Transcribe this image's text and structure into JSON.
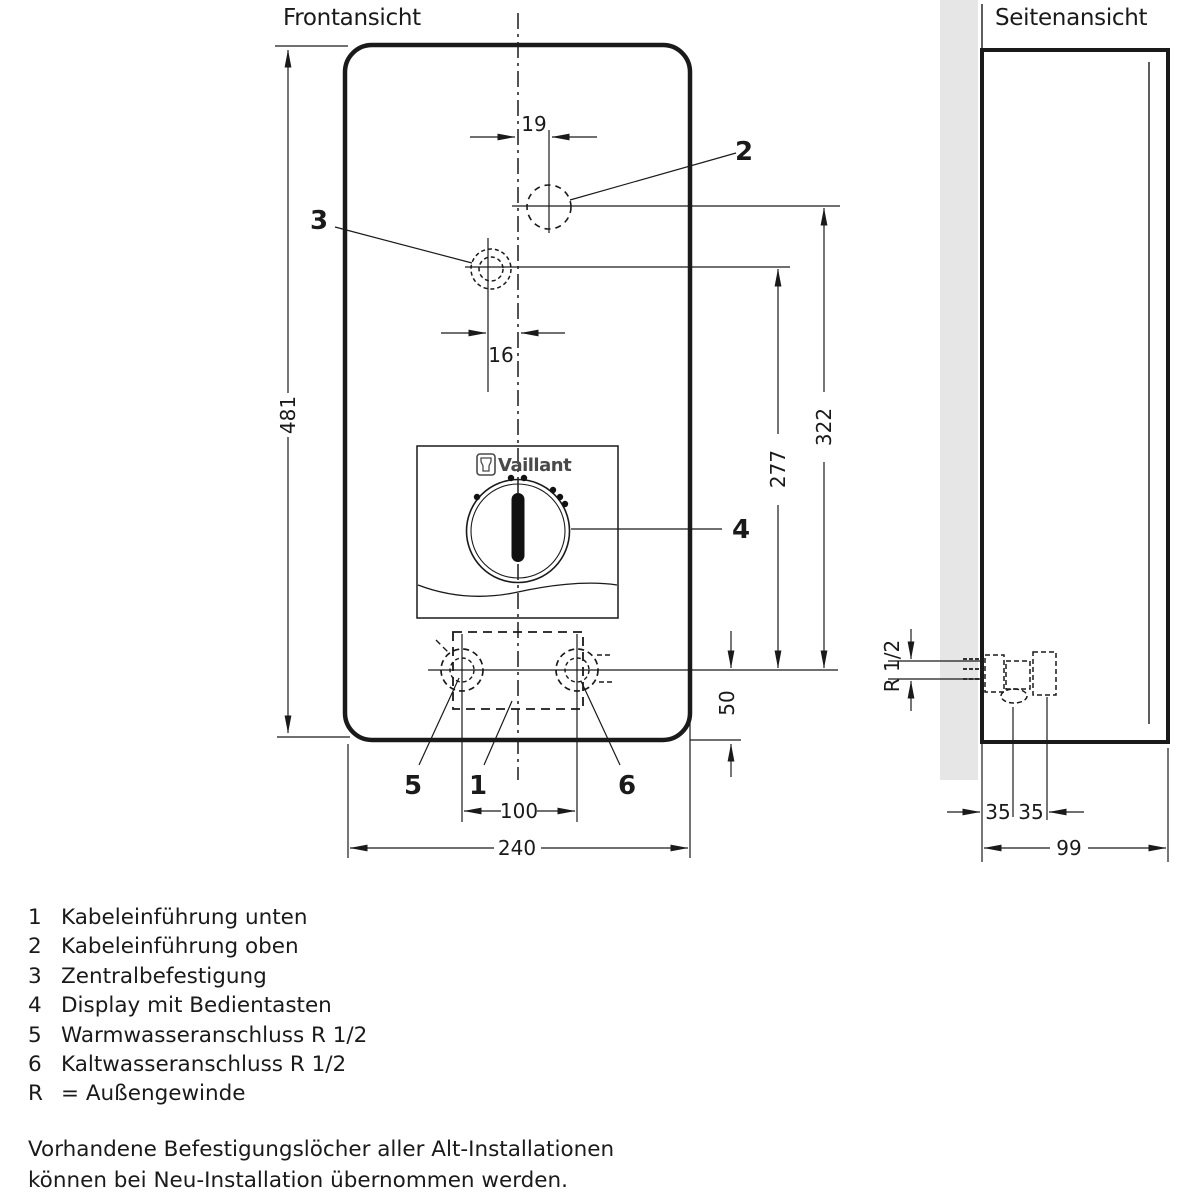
{
  "front": {
    "title": "Frontansicht",
    "display_logo": "Vaillant",
    "dims": {
      "height": "481",
      "width": "240",
      "top_hole_offset": "19",
      "fixing_offset": "16",
      "connection_spacing": "100",
      "bottom_clearance": "50",
      "fixing_to_connection": "277",
      "top_hole_to_connection": "322"
    },
    "callouts": {
      "cable_bottom": "1",
      "cable_top": "2",
      "central_fixing": "3",
      "display": "4",
      "warm_water": "5",
      "cold_water": "6"
    }
  },
  "side": {
    "title": "Seitenansicht",
    "dims": {
      "depth": "99",
      "warm_offset": "35",
      "cold_offset": "35",
      "thread": "R 1/2"
    }
  },
  "legend": {
    "items": [
      {
        "key": "1",
        "label": "Kabeleinführung unten"
      },
      {
        "key": "2",
        "label": "Kabeleinführung oben"
      },
      {
        "key": "3",
        "label": "Zentralbefestigung"
      },
      {
        "key": "4",
        "label": "Display mit Bedientasten"
      },
      {
        "key": "5",
        "label": "Warmwasseranschluss R 1/2"
      },
      {
        "key": "6",
        "label": "Kaltwasseranschluss R 1/2"
      },
      {
        "key": "R",
        "label": "= Außengewinde"
      }
    ],
    "note_line1": "Vorhandene Befestigungslöcher aller Alt-Installationen",
    "note_line2": "können bei Neu-Installation übernommen werden."
  },
  "colors": {
    "line": "#1a1a1a",
    "wall": "#e6e6e6",
    "logo_gray": "#4a4a4a"
  }
}
